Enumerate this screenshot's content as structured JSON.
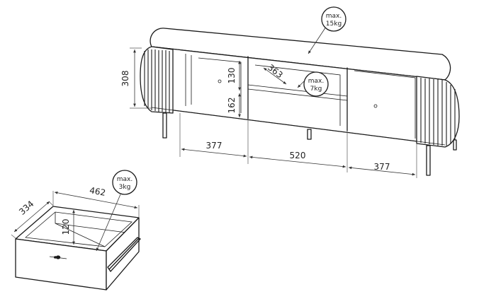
{
  "tv_cabinet": {
    "top_load": {
      "line1": "max.",
      "line2": "15kg"
    },
    "shelf_load": {
      "line1": "max.",
      "line2": "7kg"
    },
    "dimensions": {
      "height": "308",
      "upper_opening": "130",
      "lower_opening": "162",
      "depth": "363",
      "left_width": "377",
      "center_width": "520",
      "right_width": "377"
    }
  },
  "drawer": {
    "load": {
      "line1": "max.",
      "line2": "3kg"
    },
    "dimensions": {
      "depth": "334",
      "width": "462",
      "height": "120"
    }
  }
}
